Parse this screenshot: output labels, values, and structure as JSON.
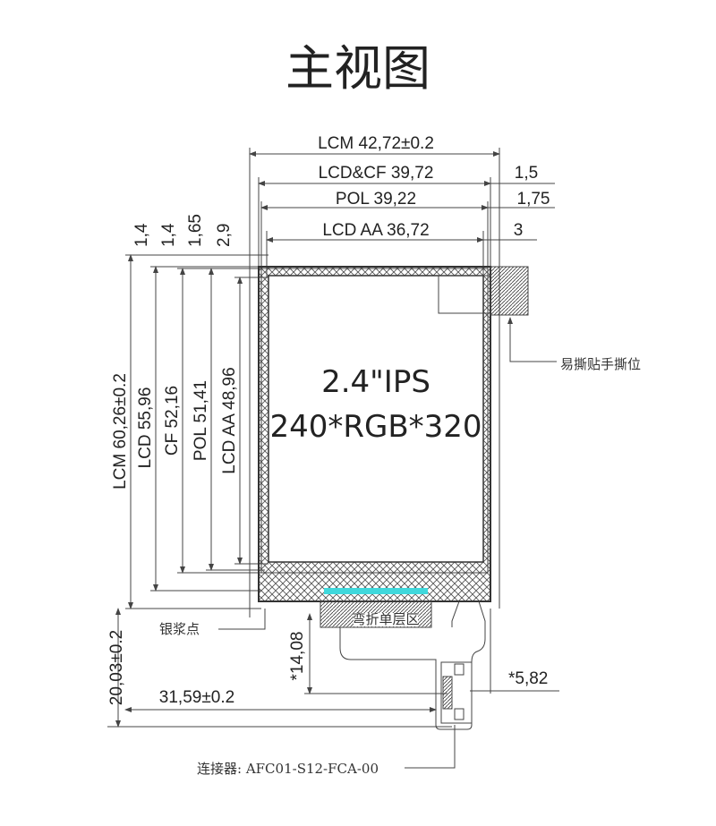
{
  "title": "主视图",
  "top_dims": {
    "lcm": "LCM 42,72±0.2",
    "lcd_cf": "LCD&CF 39,72",
    "pol": "POL 39,22",
    "lcd_aa": "LCD AA 36,72",
    "r1": "1,5",
    "r2": "1,75",
    "r3": "3"
  },
  "left_small_dims": [
    "1,4",
    "1,4",
    "1,65",
    "2,9"
  ],
  "left_dims": {
    "lcm": "LCM 60,26±0.2",
    "lcd": "LCD 55,96",
    "cf": "CF 52,16",
    "pol": "POL 51,41",
    "lcd_aa": "LCD AA 48,96"
  },
  "display": {
    "line1": "2.4\"IPS",
    "line2": "240*RGB*320"
  },
  "labels": {
    "tear_tab": "易撕贴手撕位",
    "silver_dot": "银浆点",
    "bend_zone": "弯折单层区",
    "connector": "连接器: AFC01-S12-FCA-00"
  },
  "bottom_dims": {
    "fpc_height": "20,03±0.2",
    "fpc_offset": "31,59±0.2",
    "fpc_len": "*14,08",
    "conn_width": "*5,82"
  },
  "colors": {
    "ic_bar": "#3fd8dc"
  }
}
